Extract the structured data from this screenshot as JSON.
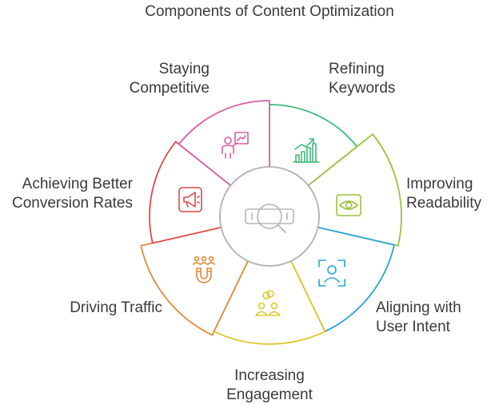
{
  "title": "Components of Content Optimization",
  "center": {
    "icon": "search-magnifier-icon",
    "color": "#b5b5b5"
  },
  "segments": [
    {
      "id": "refining-keywords",
      "lines": [
        "Refining",
        "Keywords"
      ],
      "color": "#3dbb7a",
      "icon": "growth-chart-icon"
    },
    {
      "id": "improving-readability",
      "lines": [
        "Improving",
        "Readability"
      ],
      "color": "#99c23a",
      "icon": "eye-icon"
    },
    {
      "id": "aligning-user-intent",
      "lines": [
        "Aligning with",
        "User Intent"
      ],
      "color": "#27a4d8",
      "icon": "face-scan-icon"
    },
    {
      "id": "increasing-engagement",
      "lines": [
        "Increasing",
        "Engagement"
      ],
      "color": "#ddc92a",
      "icon": "people-interaction-icon"
    },
    {
      "id": "driving-traffic",
      "lines": [
        "Driving Traffic"
      ],
      "color": "#e08a3c",
      "icon": "people-magnet-icon"
    },
    {
      "id": "better-conversion",
      "lines": [
        "Achieving Better",
        "Conversion Rates"
      ],
      "color": "#dc4b4b",
      "icon": "megaphone-icon"
    },
    {
      "id": "staying-competitive",
      "lines": [
        "Staying",
        "Competitive"
      ],
      "color": "#d85fa5",
      "icon": "presenter-icon"
    }
  ]
}
